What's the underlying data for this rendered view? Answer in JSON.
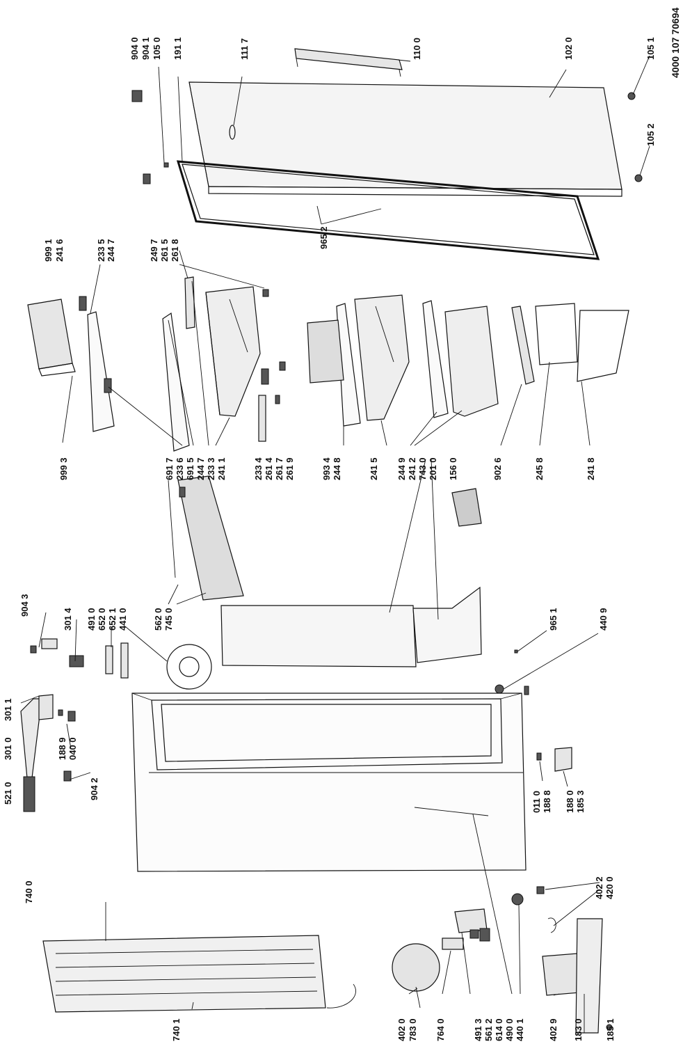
{
  "document_number": "4000 107 70694",
  "labels": [
    "904 0",
    "904 1",
    "105 0",
    "191 1",
    "111 7",
    "110 0",
    "102 0",
    "105 1",
    "105 2",
    "965 2",
    "999 1",
    "241 6",
    "233 5",
    "244 7",
    "249 7",
    "261 5",
    "261 8",
    "999 3",
    "691 7",
    "233 6",
    "691 5",
    "244 7",
    "233 3",
    "241 1",
    "233 4",
    "261 4",
    "261 7",
    "261 9",
    "993 4",
    "244 8",
    "241 5",
    "244 9",
    "241 2",
    "743 0",
    "201 0",
    "156 0",
    "902 6",
    "245 8",
    "241 8",
    "904 3",
    "301 4",
    "491 0",
    "652 0",
    "652 1",
    "441 0",
    "562 0",
    "745 0",
    "965 1",
    "440 9",
    "301 1",
    "301 0",
    "188 9",
    "040 0",
    "521 0",
    "904 2",
    "011 0",
    "188 8",
    "188 0",
    "185 3",
    "740 0",
    "740 1",
    "402 2",
    "420 0",
    "402 0",
    "783 0",
    "764 0",
    "491 3",
    "561 2",
    "614 0",
    "490 0",
    "440 1",
    "402 9",
    "183 0",
    "185 1"
  ]
}
